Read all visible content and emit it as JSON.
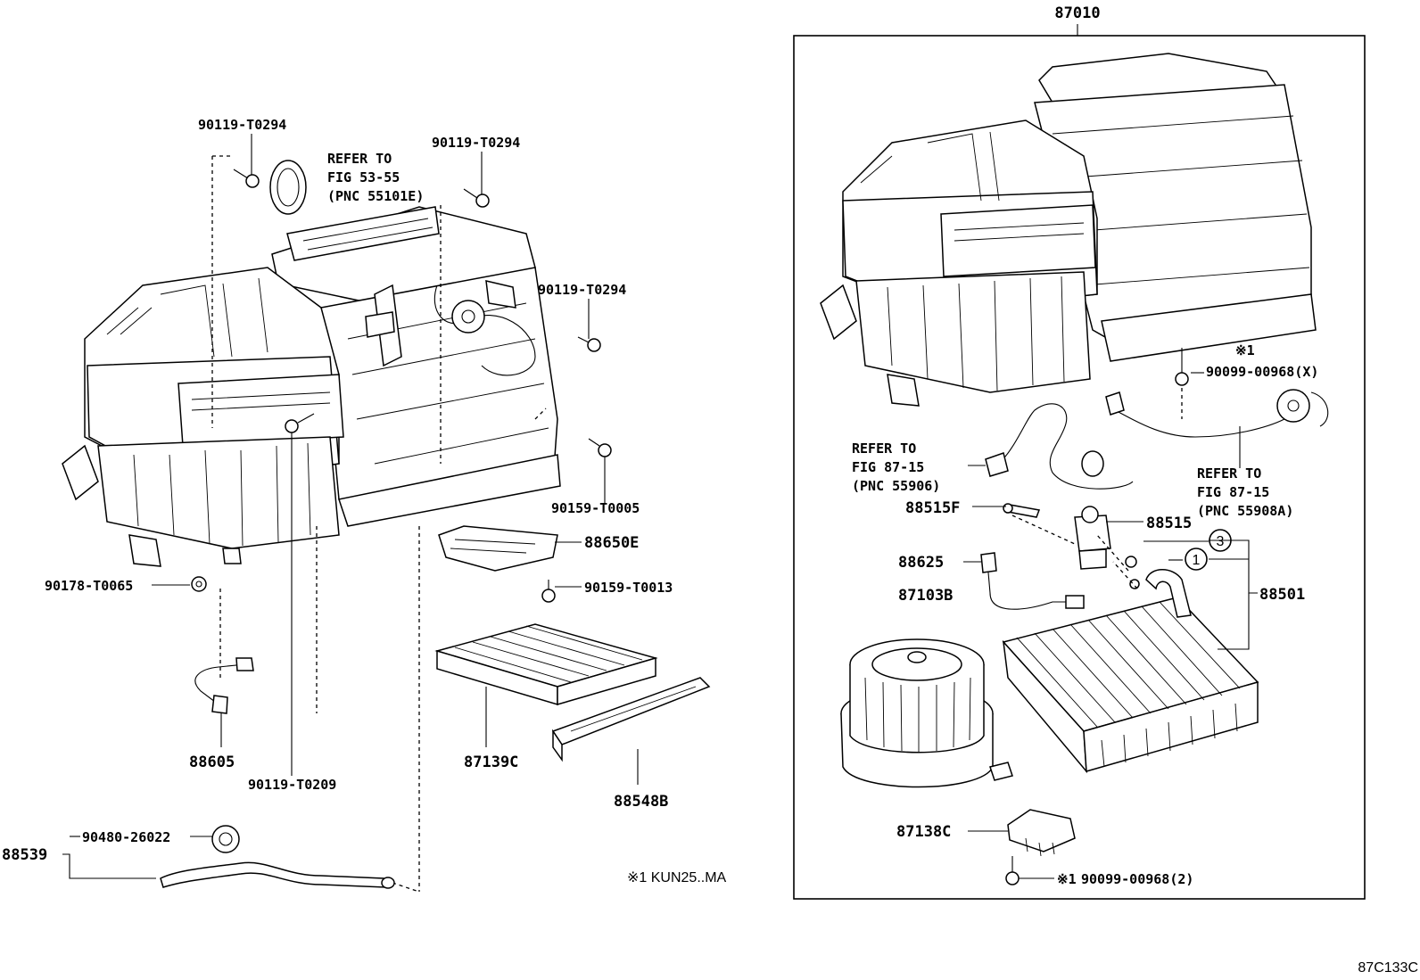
{
  "diagram_id": "87C133C",
  "assembly": {
    "number": "87010"
  },
  "footnote": "※1 KUN25..MA",
  "callouts": {
    "screw_top_left": "90119-T0294",
    "screw_top_mid": "90119-T0294",
    "screw_right": "90119-T0294",
    "bolt_90159_t0005": "90159-T0005",
    "nut_90178": "90178-T0065",
    "sensor_88605": "88605",
    "screw_90119_t0209": "90119-T0209",
    "bracket_88650e": "88650E",
    "bolt_90159_t0013": "90159-T0013",
    "filter_87139c": "87139C",
    "filter_88548b": "88548B",
    "hose_88539": "88539",
    "grommet_90480": "90480-26022",
    "screw_90099_x": "90099-00968(X)",
    "screw_90099_2": "90099-00968(2)",
    "valve_88515": "88515",
    "bolt_88515f": "88515F",
    "sensor_88625": "88625",
    "blower_87103b": "87103B",
    "evaporator_88501": "88501",
    "resistor_87138c": "87138C"
  },
  "refs": {
    "ref_53_55": [
      "REFER TO",
      "FIG 53-55",
      "(PNC 55101E)"
    ],
    "ref_87_15_a": [
      "REFER TO",
      "FIG 87-15",
      "(PNC 55906)"
    ],
    "ref_87_15_b": [
      "REFER TO",
      "FIG 87-15",
      "(PNC 55908A)"
    ]
  },
  "marks": {
    "x1_upper": "※1",
    "x1_lower": "※1",
    "circle_1": "1",
    "circle_3": "3"
  }
}
